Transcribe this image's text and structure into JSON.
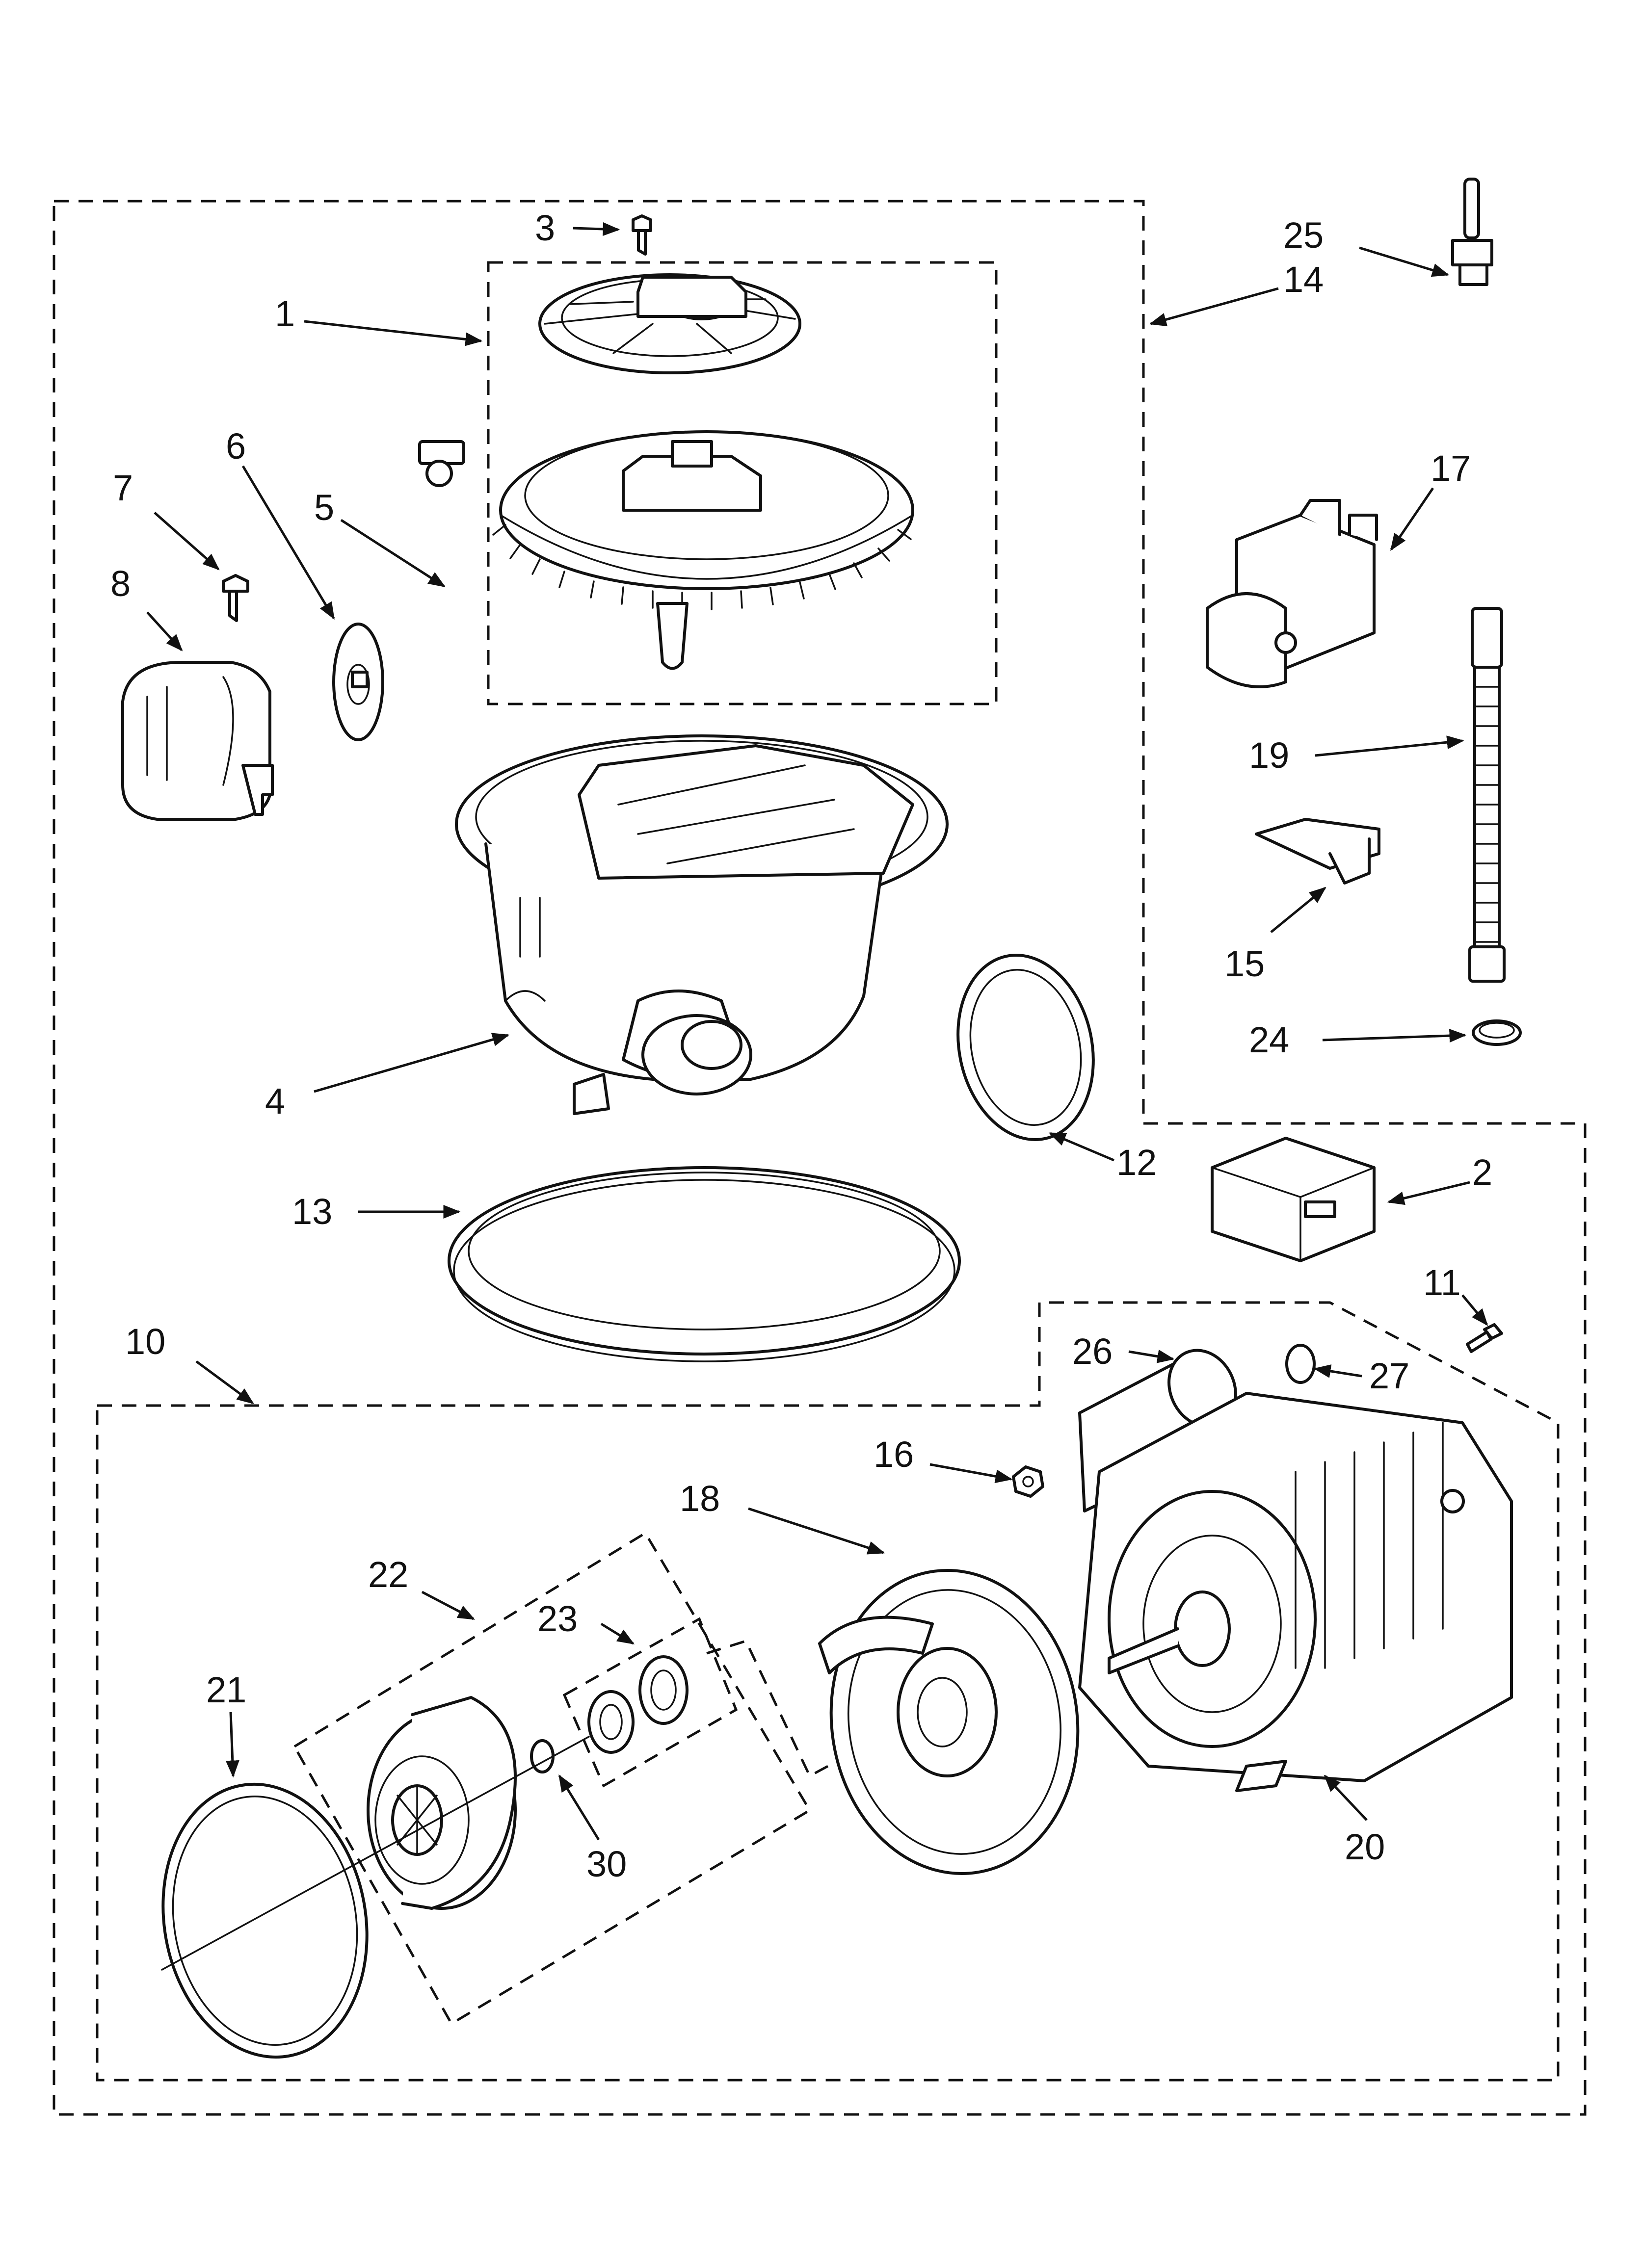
{
  "callouts": {
    "c1": "1",
    "c2": "2",
    "c3": "3",
    "c4": "4",
    "c5": "5",
    "c6": "6",
    "c7": "7",
    "c8": "8",
    "c10": "10",
    "c11": "11",
    "c12": "12",
    "c13": "13",
    "c14": "14",
    "c15": "15",
    "c16": "16",
    "c17": "17",
    "c18": "18",
    "c19": "19",
    "c20": "20",
    "c21": "21",
    "c22": "22",
    "c23": "23",
    "c24": "24",
    "c25": "25",
    "c26": "26",
    "c27": "27",
    "c30": "30"
  }
}
